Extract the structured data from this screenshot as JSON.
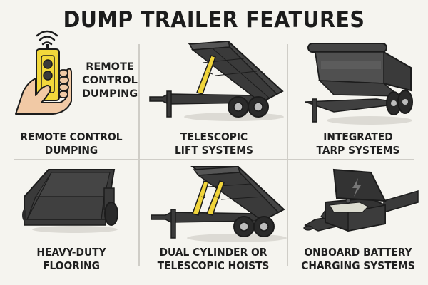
{
  "title": "DUMP TRAILER FEATURES",
  "colors": {
    "background": "#f5f4ef",
    "text": "#1c1c1c",
    "divider": "#cfcdc7",
    "trailer_body": "#3a3a3a",
    "cylinder_yellow": "#f0d43a",
    "remote_yellow": "#f2d83b",
    "skin": "#f1c9a5"
  },
  "features": [
    {
      "id": "remote-control",
      "icon": "remote-control-hand-icon",
      "side_caption": [
        "REMOTE",
        "CONTROL",
        "DUMPING"
      ],
      "caption": [
        "REMOTE CONTROL",
        "DUMPING"
      ]
    },
    {
      "id": "telescopic-lift",
      "icon": "dump-trailer-single-cylinder-icon",
      "caption": [
        "TELESCOPIC",
        "LIFT SYSTEMS"
      ]
    },
    {
      "id": "tarp-systems",
      "icon": "dump-trailer-tarp-icon",
      "caption": [
        "INTEGRATED",
        "TARP SYSTEMS"
      ]
    },
    {
      "id": "heavy-duty-flooring",
      "icon": "trailer-bed-icon",
      "caption": [
        "HEAVY-DUTY",
        "FLOORING"
      ]
    },
    {
      "id": "dual-cylinder",
      "icon": "dump-trailer-dual-cylinder-icon",
      "caption": [
        "DUAL CYLINDER OR",
        "TELESCOPIC HOISTS"
      ]
    },
    {
      "id": "battery-charging",
      "icon": "battery-box-icon",
      "caption": [
        "ONBOARD BATTERY",
        "CHARGING SYSTEMS"
      ]
    }
  ]
}
